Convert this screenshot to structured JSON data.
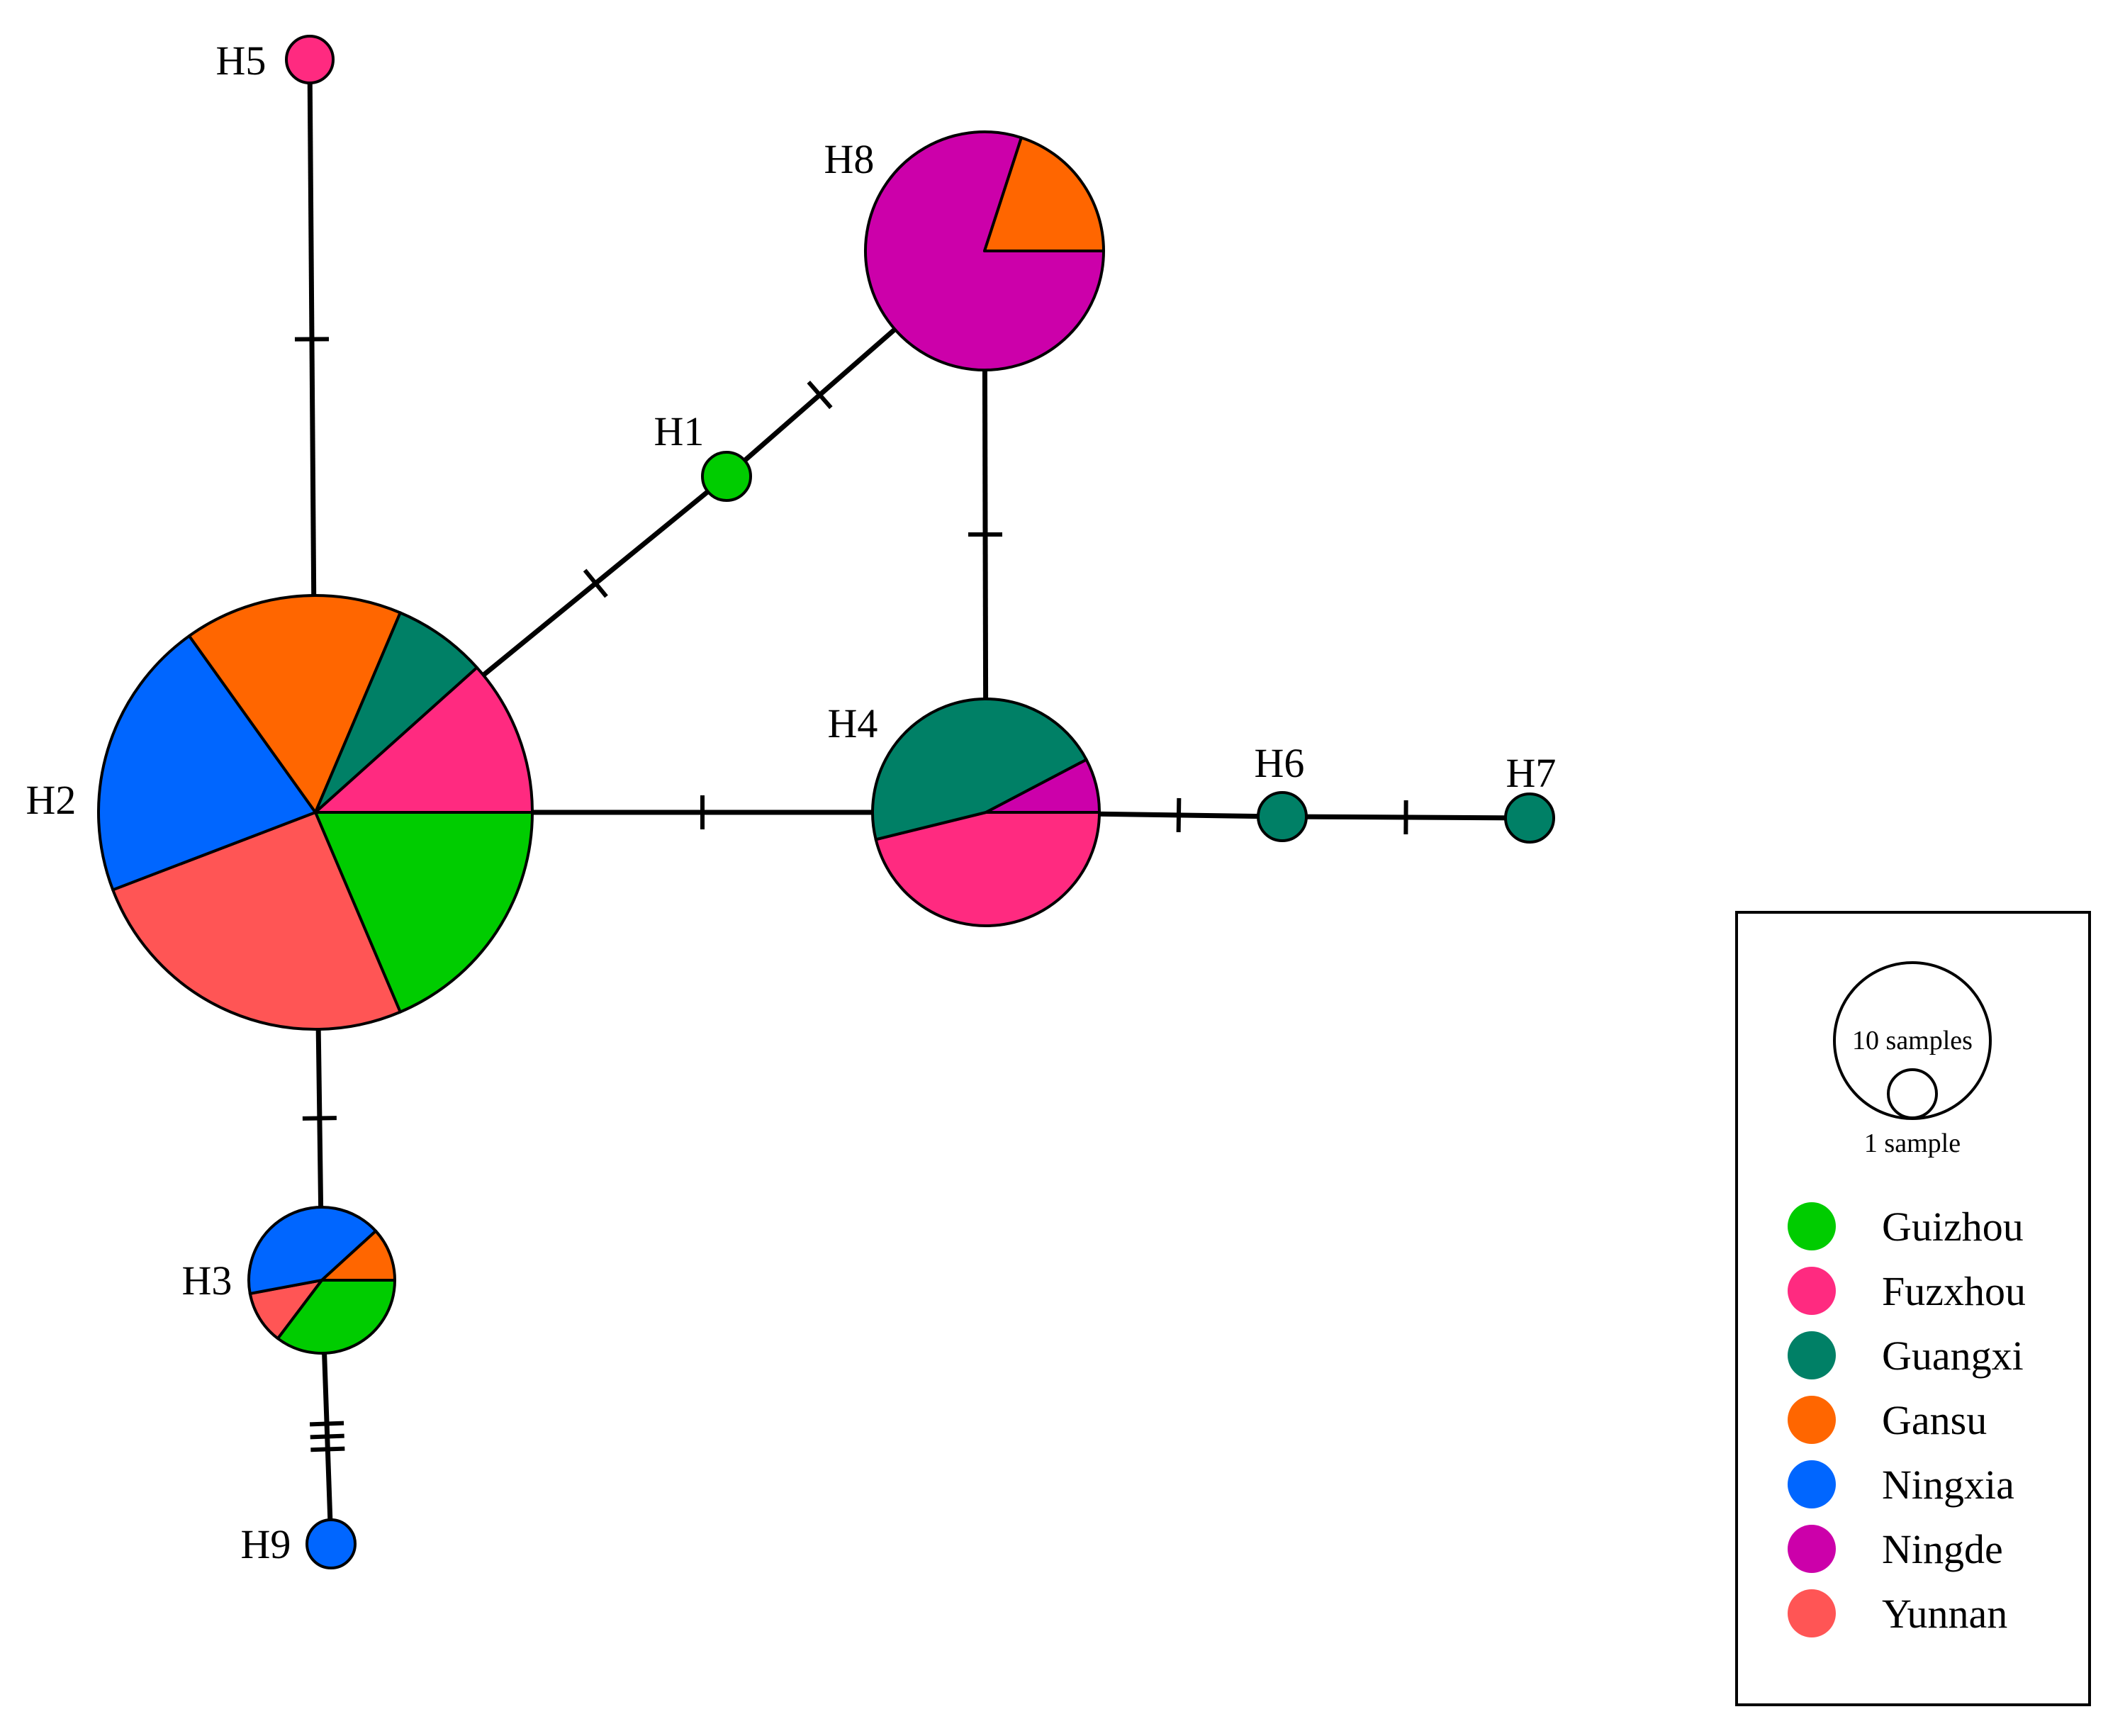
{
  "colors": {
    "Guizhou": "#00cc00",
    "Fuzxhou": "#ff2a80",
    "Guangxi": "#008066",
    "Gansu": "#ff6600",
    "Ningxia": "#0066ff",
    "Ningde": "#cc00aa",
    "Yunnan": "#ff5555"
  },
  "legend": {
    "scale": {
      "large_label": "10 samples",
      "small_label": "1 sample"
    },
    "entries": [
      {
        "label": "Guizhou",
        "color": "#00cc00"
      },
      {
        "label": "Fuzxhou",
        "color": "#ff2a80"
      },
      {
        "label": "Guangxi",
        "color": "#008066"
      },
      {
        "label": "Gansu",
        "color": "#ff6600"
      },
      {
        "label": "Ningxia",
        "color": "#0066ff"
      },
      {
        "label": "Ningde",
        "color": "#cc00aa"
      },
      {
        "label": "Yunnan",
        "color": "#ff5555"
      }
    ]
  },
  "haplotypes": [
    {
      "id": "H1",
      "label": "H1",
      "composition": {
        "Guizhou": 1
      }
    },
    {
      "id": "H2",
      "label": "H2",
      "composition": {
        "Guizhou": 8,
        "Yunnan": 11,
        "Ningxia": 9,
        "Gansu": 7,
        "Guangxi": 3,
        "Fuzxhou": 5
      }
    },
    {
      "id": "H3",
      "label": "H3",
      "composition": {
        "Guizhou": 1.5,
        "Yunnan": 0.5,
        "Ningxia": 1.75,
        "Gansu": 0.5
      }
    },
    {
      "id": "H4",
      "label": "H4",
      "composition": {
        "Fuzxhou": 3,
        "Guangxi": 3,
        "Ningde": 0.5
      }
    },
    {
      "id": "H5",
      "label": "H5",
      "composition": {
        "Fuzxhou": 1
      }
    },
    {
      "id": "H6",
      "label": "H6",
      "composition": {
        "Guangxi": 1
      }
    },
    {
      "id": "H7",
      "label": "H7",
      "composition": {
        "Guangxi": 1
      }
    },
    {
      "id": "H8",
      "label": "H8",
      "composition": {
        "Ningde": 4,
        "Gansu": 1
      }
    },
    {
      "id": "H9",
      "label": "H9",
      "composition": {
        "Ningxia": 1
      }
    }
  ],
  "edges": [
    {
      "from": "H2",
      "to": "H5",
      "mutations": 1
    },
    {
      "from": "H2",
      "to": "H1",
      "mutations": 1
    },
    {
      "from": "H1",
      "to": "H8",
      "mutations": 1
    },
    {
      "from": "H8",
      "to": "H4",
      "mutations": 1
    },
    {
      "from": "H2",
      "to": "H4",
      "mutations": 1
    },
    {
      "from": "H4",
      "to": "H6",
      "mutations": 1
    },
    {
      "from": "H6",
      "to": "H7",
      "mutations": 1
    },
    {
      "from": "H2",
      "to": "H3",
      "mutations": 1
    },
    {
      "from": "H3",
      "to": "H9",
      "mutations": 3
    }
  ]
}
